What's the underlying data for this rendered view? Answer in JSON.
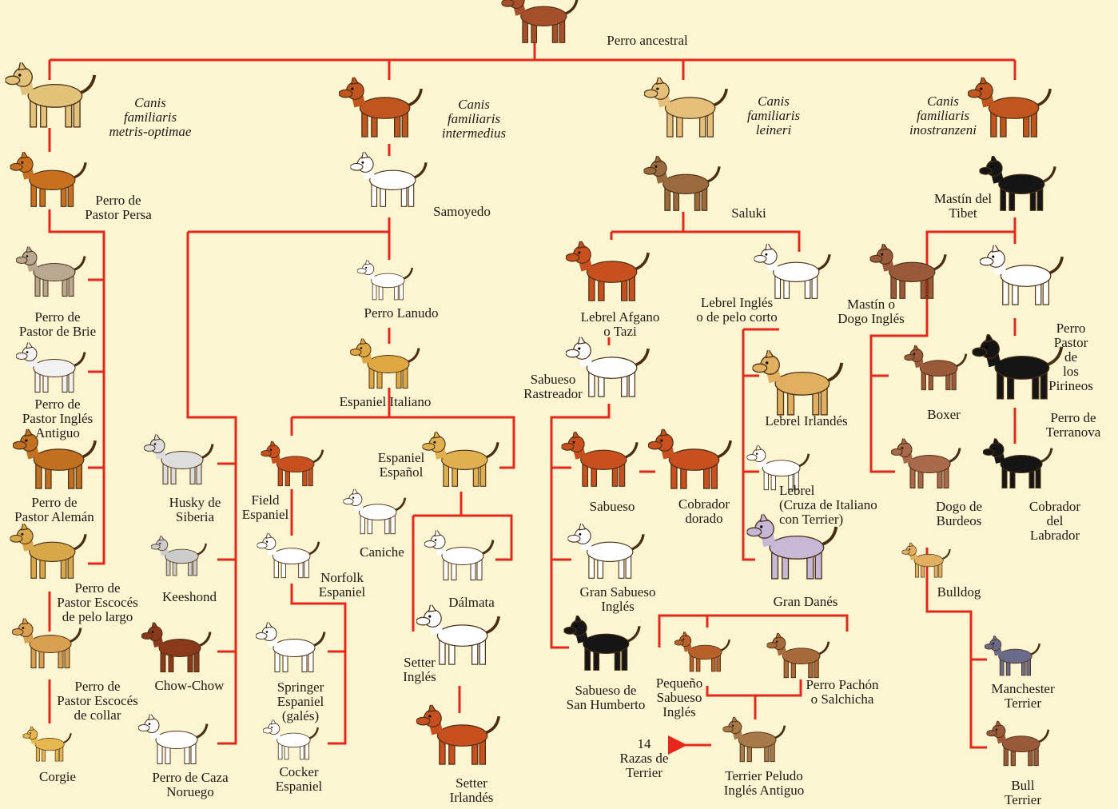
{
  "line_color": "#e8261a",
  "background_color": "#fbf5d2",
  "nodes": [
    {
      "label": "Perro ancestral",
      "dog_color": "#a5502a"
    },
    {
      "label": "Canis\nfamiliaris\nmetris-optimae",
      "dog_color": "#e3c27a",
      "kind": "species"
    },
    {
      "label": "Canis\nfamiliaris\nintermedius",
      "dog_color": "#c0561e",
      "kind": "species"
    },
    {
      "label": "Canis\nfamiliaris\nleineri",
      "dog_color": "#e6c07a",
      "kind": "species"
    },
    {
      "label": "Canis\nfamiliaris\ninostranzeni",
      "dog_color": "#c0561e",
      "kind": "species"
    },
    {
      "label": "Perro de\nPastor Persa",
      "dog_color": "#c8701e"
    },
    {
      "label": "Samoyedo",
      "dog_color": "#ffffff"
    },
    {
      "label": "Saluki",
      "dog_color": "#9a6a3f"
    },
    {
      "label": "Mastín del\nTibet",
      "dog_color": "#151515"
    },
    {
      "label": "Perro de\nPastor de Brie",
      "dog_color": "#b8a890"
    },
    {
      "label": "Perro de\nPastor Inglés\nAntiguo",
      "dog_color": "#f2f2f2"
    },
    {
      "label": "Perro de\nPastor Alemán",
      "dog_color": "#c0701e"
    },
    {
      "label": "Perro de\nPastor Escocés\nde pelo largo",
      "dog_color": "#d8a848"
    },
    {
      "label": "Perro de\nPastor Escocés\nde collar",
      "dog_color": "#d8a050"
    },
    {
      "label": "Corgie",
      "dog_color": "#e8b850"
    },
    {
      "label": "Husky de\nSiberia",
      "dog_color": "#dddddd"
    },
    {
      "label": "Keeshond",
      "dog_color": "#cccccc"
    },
    {
      "label": "Chow-Chow",
      "dog_color": "#8a3a1a"
    },
    {
      "label": "Perro de Caza\nNoruego",
      "dog_color": "#ffffff"
    },
    {
      "label": "Perro Lanudo",
      "dog_color": "#ffffff"
    },
    {
      "label": "Espaniel Italiano",
      "dog_color": "#e0a840"
    },
    {
      "label": "Field\nEspaniel",
      "dog_color": "#c8501e"
    },
    {
      "label": "Espaniel\nEspañol",
      "dog_color": "#e0b050"
    },
    {
      "label": "Caniche",
      "dog_color": "#ffffff"
    },
    {
      "label": "Norfolk\nEspaniel",
      "dog_color": "#ffffff"
    },
    {
      "label": "Dálmata",
      "dog_color": "#ffffff"
    },
    {
      "label": "Springer\nEspaniel\n(galés)",
      "dog_color": "#ffffff"
    },
    {
      "label": "Cocker\nEspaniel",
      "dog_color": "#ffffff"
    },
    {
      "label": "Setter\nInglés",
      "dog_color": "#ffffff"
    },
    {
      "label": "Setter\nIrlandés",
      "dog_color": "#c8501e"
    },
    {
      "label": "Lebrel Afgano\no   Tazi",
      "dog_color": "#c8501e"
    },
    {
      "label": "Lebrel Inglés\no de pelo corto",
      "dog_color": "#ffffff"
    },
    {
      "label": "Sabueso\nRastreador",
      "dog_color": "#ffffff"
    },
    {
      "label": "Lebrel Irlandés",
      "dog_color": "#e0b060"
    },
    {
      "label": "Sabueso",
      "dog_color": "#c8501e"
    },
    {
      "label": "Cobrador\ndorado",
      "dog_color": "#c8501e"
    },
    {
      "label": "Lebrel\n(Cruza de Italiano\ncon Terrier)",
      "dog_color": "#ffffff",
      "kind": "left"
    },
    {
      "label": "Gran Danés",
      "dog_color": "#c8b8d8"
    },
    {
      "label": "Gran Sabueso\nInglés",
      "dog_color": "#ffffff"
    },
    {
      "label": "Sabueso de\nSan Humberto",
      "dog_color": "#151515"
    },
    {
      "label": "Pequeño\nSabueso\nInglés",
      "dog_color": "#b8602a"
    },
    {
      "label": "Perro Pachón\no Salchicha",
      "dog_color": "#a86a3a"
    },
    {
      "label": "Terrier Peludo\nInglés Antiguo",
      "dog_color": "#a87a4a"
    },
    {
      "label": "14\nRazas de\nTerrier"
    },
    {
      "label": "Mastín o\nDogo Inglés",
      "dog_color": "#9a5a3a"
    },
    {
      "label": "Perro Pastor de\nlos Pirineos",
      "dog_color": "#ffffff"
    },
    {
      "label": "Boxer",
      "dog_color": "#9a5a3a"
    },
    {
      "label": "Perro de\nTerranova",
      "dog_color": "#151515"
    },
    {
      "label": "Dogo de\nBurdeos",
      "dog_color": "#a86a4a"
    },
    {
      "label": "Cobrador del\nLabrador",
      "dog_color": "#151515"
    },
    {
      "label": "Bulldog",
      "dog_color": "#e0b060"
    },
    {
      "label": "Manchester\nTerrier",
      "dog_color": "#6a6a8a"
    },
    {
      "label": "Bull\nTerrier",
      "dog_color": "#9a5a3a"
    }
  ]
}
